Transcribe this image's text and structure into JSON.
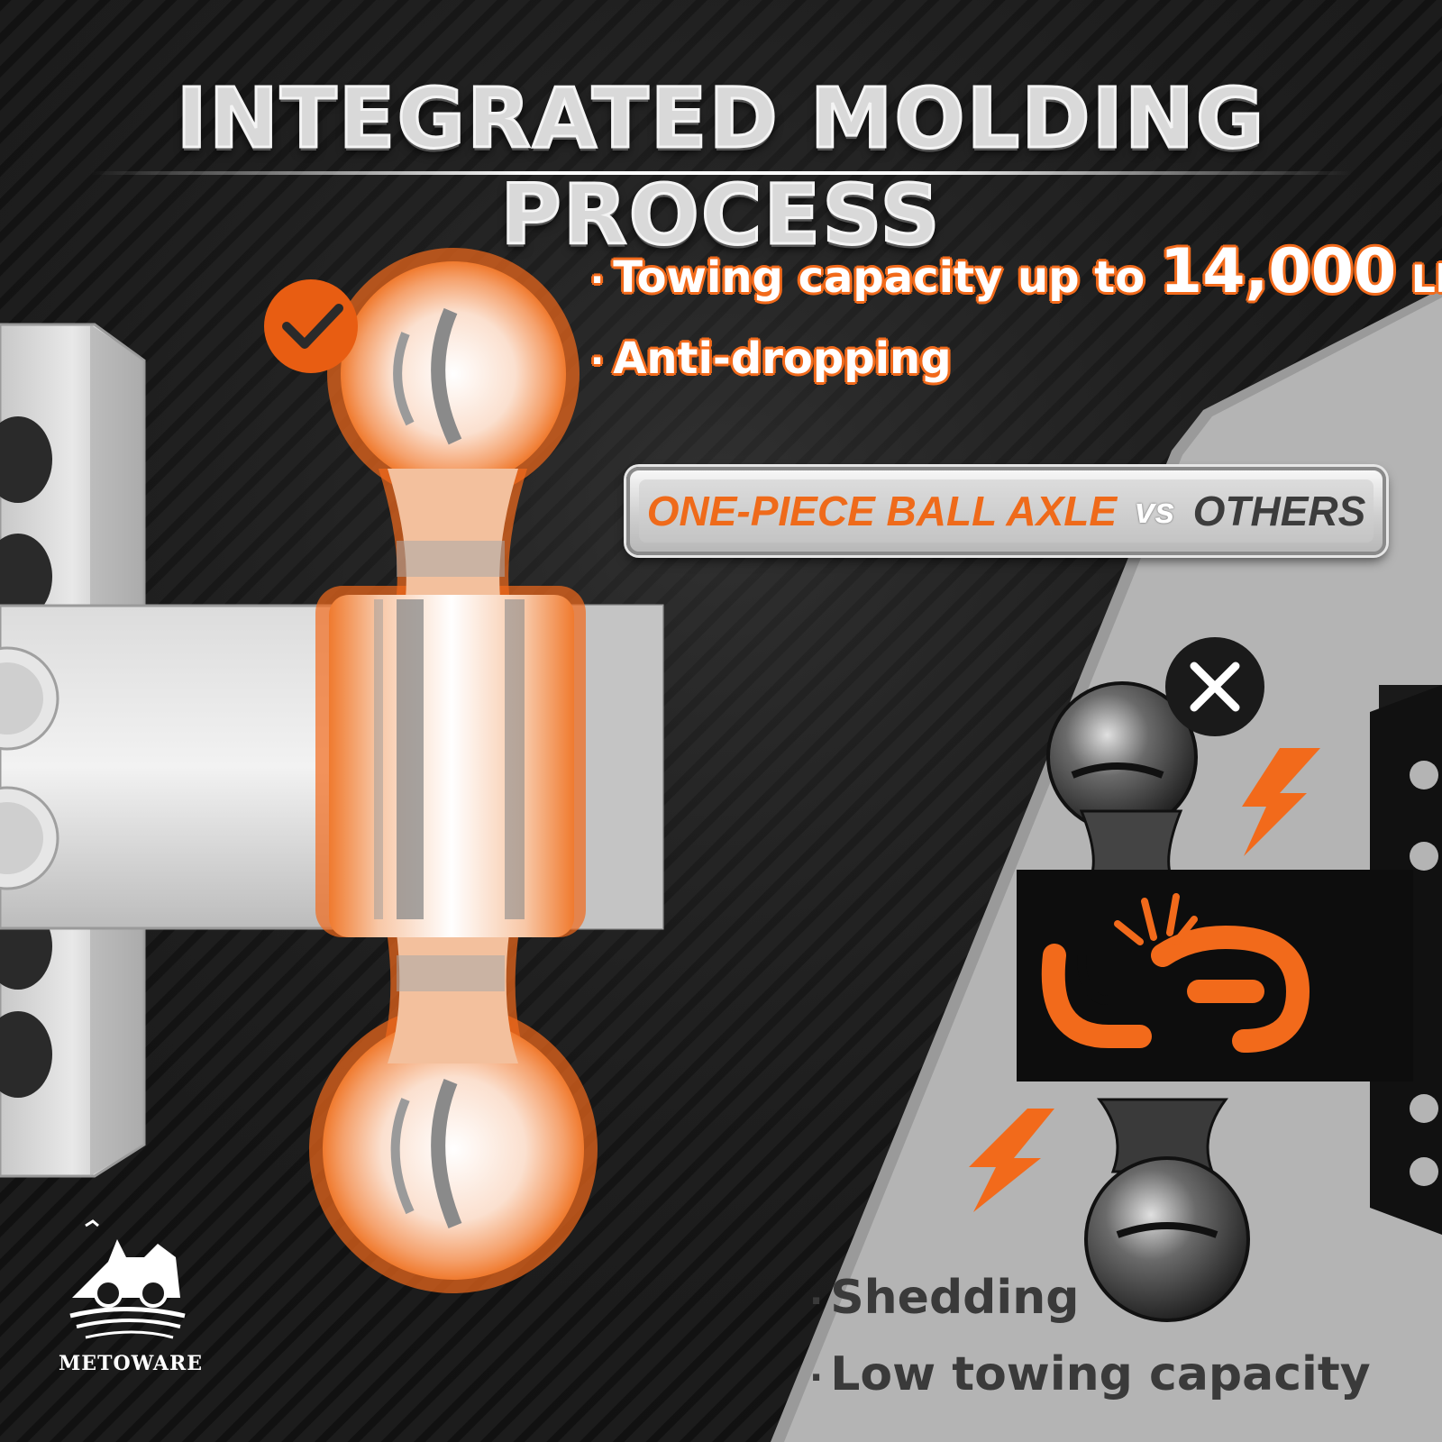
{
  "title": "INTEGRATED MOLDING PROCESS",
  "features": {
    "bullet": "·",
    "towing_prefix": "Towing capacity up to ",
    "towing_value": "14,000",
    "towing_unit": "Lb.",
    "anti_dropping": "Anti-dropping"
  },
  "comparison": {
    "left": "ONE-PIECE BALL AXLE",
    "vs": "vs",
    "right": "OTHERS"
  },
  "drawbacks": {
    "bullet": "·",
    "items": [
      "Shedding",
      "Low towing capacity"
    ]
  },
  "brand": "METOWARE",
  "icons": [
    "check-icon",
    "close-icon",
    "lightning-icon",
    "broken-chain-icon",
    "brand-logo-icon"
  ],
  "colors": {
    "accent": "#f26a1b",
    "dark_bg": "#1f1f1f",
    "light_bg": "#b5b5b5",
    "metal": "#d9d9d9"
  }
}
